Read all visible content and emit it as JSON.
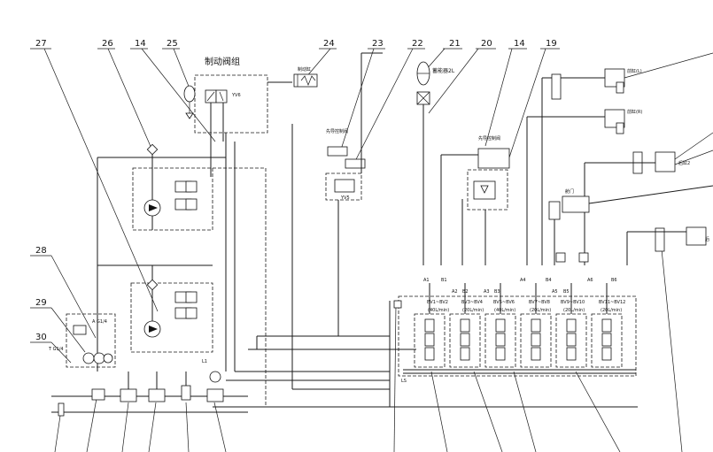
{
  "callouts": {
    "c27": "27",
    "c26": "26",
    "c14a": "14",
    "c25": "25",
    "c24": "24",
    "c23": "23",
    "c22": "22",
    "c21": "21",
    "c20": "20",
    "c14b": "14",
    "c19": "19",
    "c28": "28",
    "c29": "29",
    "c30": "30"
  },
  "labels": {
    "brake_valve_group": "制动阀组",
    "accumulator": "蓄能器2L",
    "cylinder_left": "前缸(L)",
    "cylinder_right": "前缸(R)",
    "port_a": "A G1/4",
    "port_t": "T G1/4",
    "port_l": "L1",
    "valve_yv5": "YV5",
    "valve_yv6": "YV6",
    "port_ls": "LS",
    "flow_1": "(40L/min)",
    "flow_2": "(20L/min)",
    "flow_3": "(40L/min)",
    "flow_4": "(20L/min)",
    "flow_5": "(20L/min)",
    "flow_6": "(20L/min)"
  },
  "valve_bank": {
    "sections": [
      {
        "id": "BV1~BV2",
        "flow": "(40L/min)",
        "port_a": "A1",
        "port_b": "B1"
      },
      {
        "id": "BV3~BV4",
        "flow": "(20L/min)",
        "port_a": "A2",
        "port_b": "B2"
      },
      {
        "id": "BV5~BV6",
        "flow": "(40L/min)",
        "port_a": "A3",
        "port_b": "B3"
      },
      {
        "id": "BV7~BV8",
        "flow": "(20L/min)",
        "port_a": "A4",
        "port_b": "B4"
      },
      {
        "id": "BV9~BV10",
        "flow": "(20L/min)",
        "port_a": "A5",
        "port_b": "B5"
      },
      {
        "id": "BV11~BV12",
        "flow": "(20L/min)",
        "port_a": "A6",
        "port_b": "B6"
      }
    ]
  }
}
